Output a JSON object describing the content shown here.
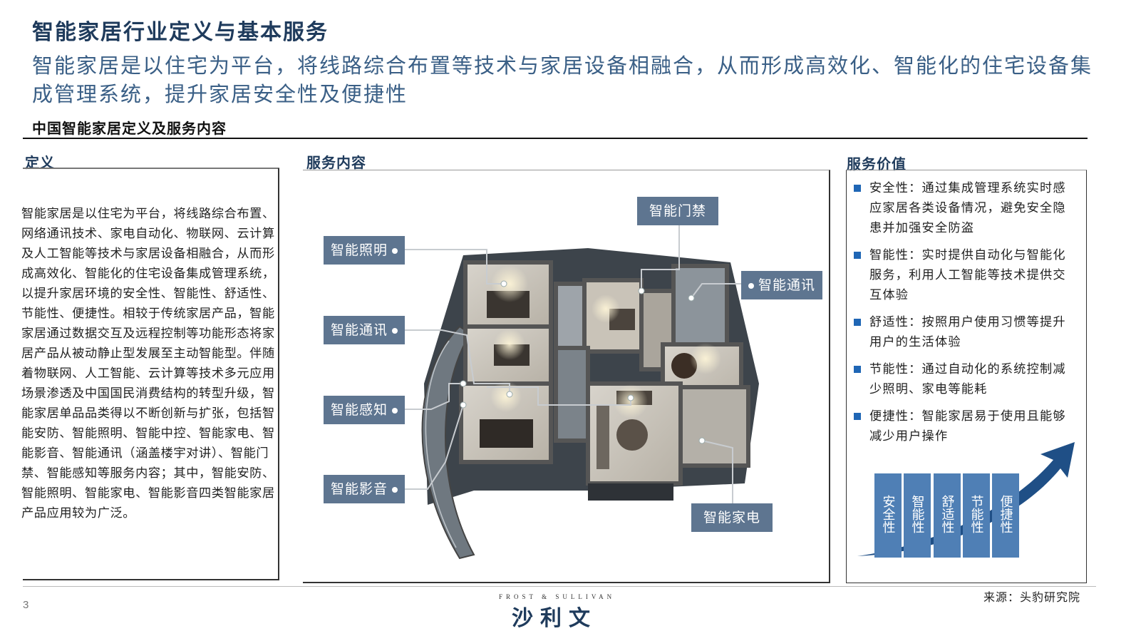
{
  "title": "智能家居行业定义与基本服务",
  "subtitle": "智能家居是以住宅为平台，将线路综合布置等技术与家居设备相融合，从而形成高效化、智能化的住宅设备集成管理系统，提升家居安全性及便捷性",
  "section_title": "中国智能家居定义及服务内容",
  "definition": {
    "heading": "定义",
    "text": "智能家居是以住宅为平台，将线路综合布置、网络通讯技术、家电自动化、物联网、云计算及人工智能等技术与家居设备相融合，从而形成高效化、智能化的住宅设备集成管理系统，以提升家居环境的安全性、智能性、舒适性、节能性、便捷性。相较于传统家居产品，智能家居通过数据交互及远程控制等功能形态将家居产品从被动静止型发展至主动智能型。伴随着物联网、人工智能、云计算等技术多元应用场景渗透及中国国民消费结构的转型升级，智能家居单品品类得以不断创新与扩张，包括智能安防、智能照明、智能中控、智能家电、智能影音、智能通讯（涵盖楼宇对讲）、智能门禁、智能感知等服务内容；其中，智能安防、智能照明、智能家电、智能影音四类智能家居产品应用较为广泛。"
  },
  "services": {
    "heading": "服务内容",
    "tags": {
      "lighting": "智能照明",
      "comm_left": "智能通讯",
      "sensing": "智能感知",
      "av": "智能影音",
      "access": "智能门禁",
      "comm_right": "智能通讯",
      "appliance": "智能家电"
    }
  },
  "value": {
    "heading": "服务价值",
    "items": [
      "安全性：通过集成管理系统实时感应家居各类设备情况，避免安全隐患并加强安全防盗",
      "智能性：实时提供自动化与智能化服务，利用人工智能等技术提供交互体验",
      "舒适性：按照用户使用习惯等提升用户的生活体验",
      "节能性：通过自动化的系统控制减少照明、家电等能耗",
      "便捷性：智能家居易于使用且能够减少用户操作"
    ],
    "pillars": [
      "安全性",
      "智能性",
      "舒适性",
      "节能性",
      "便捷性"
    ],
    "accent": "#1f4f86"
  },
  "footer": {
    "page_number": "3",
    "brand_en": "FROST & SULLIVAN",
    "brand_cn": "沙利文",
    "source": "来源：头豹研究院"
  }
}
